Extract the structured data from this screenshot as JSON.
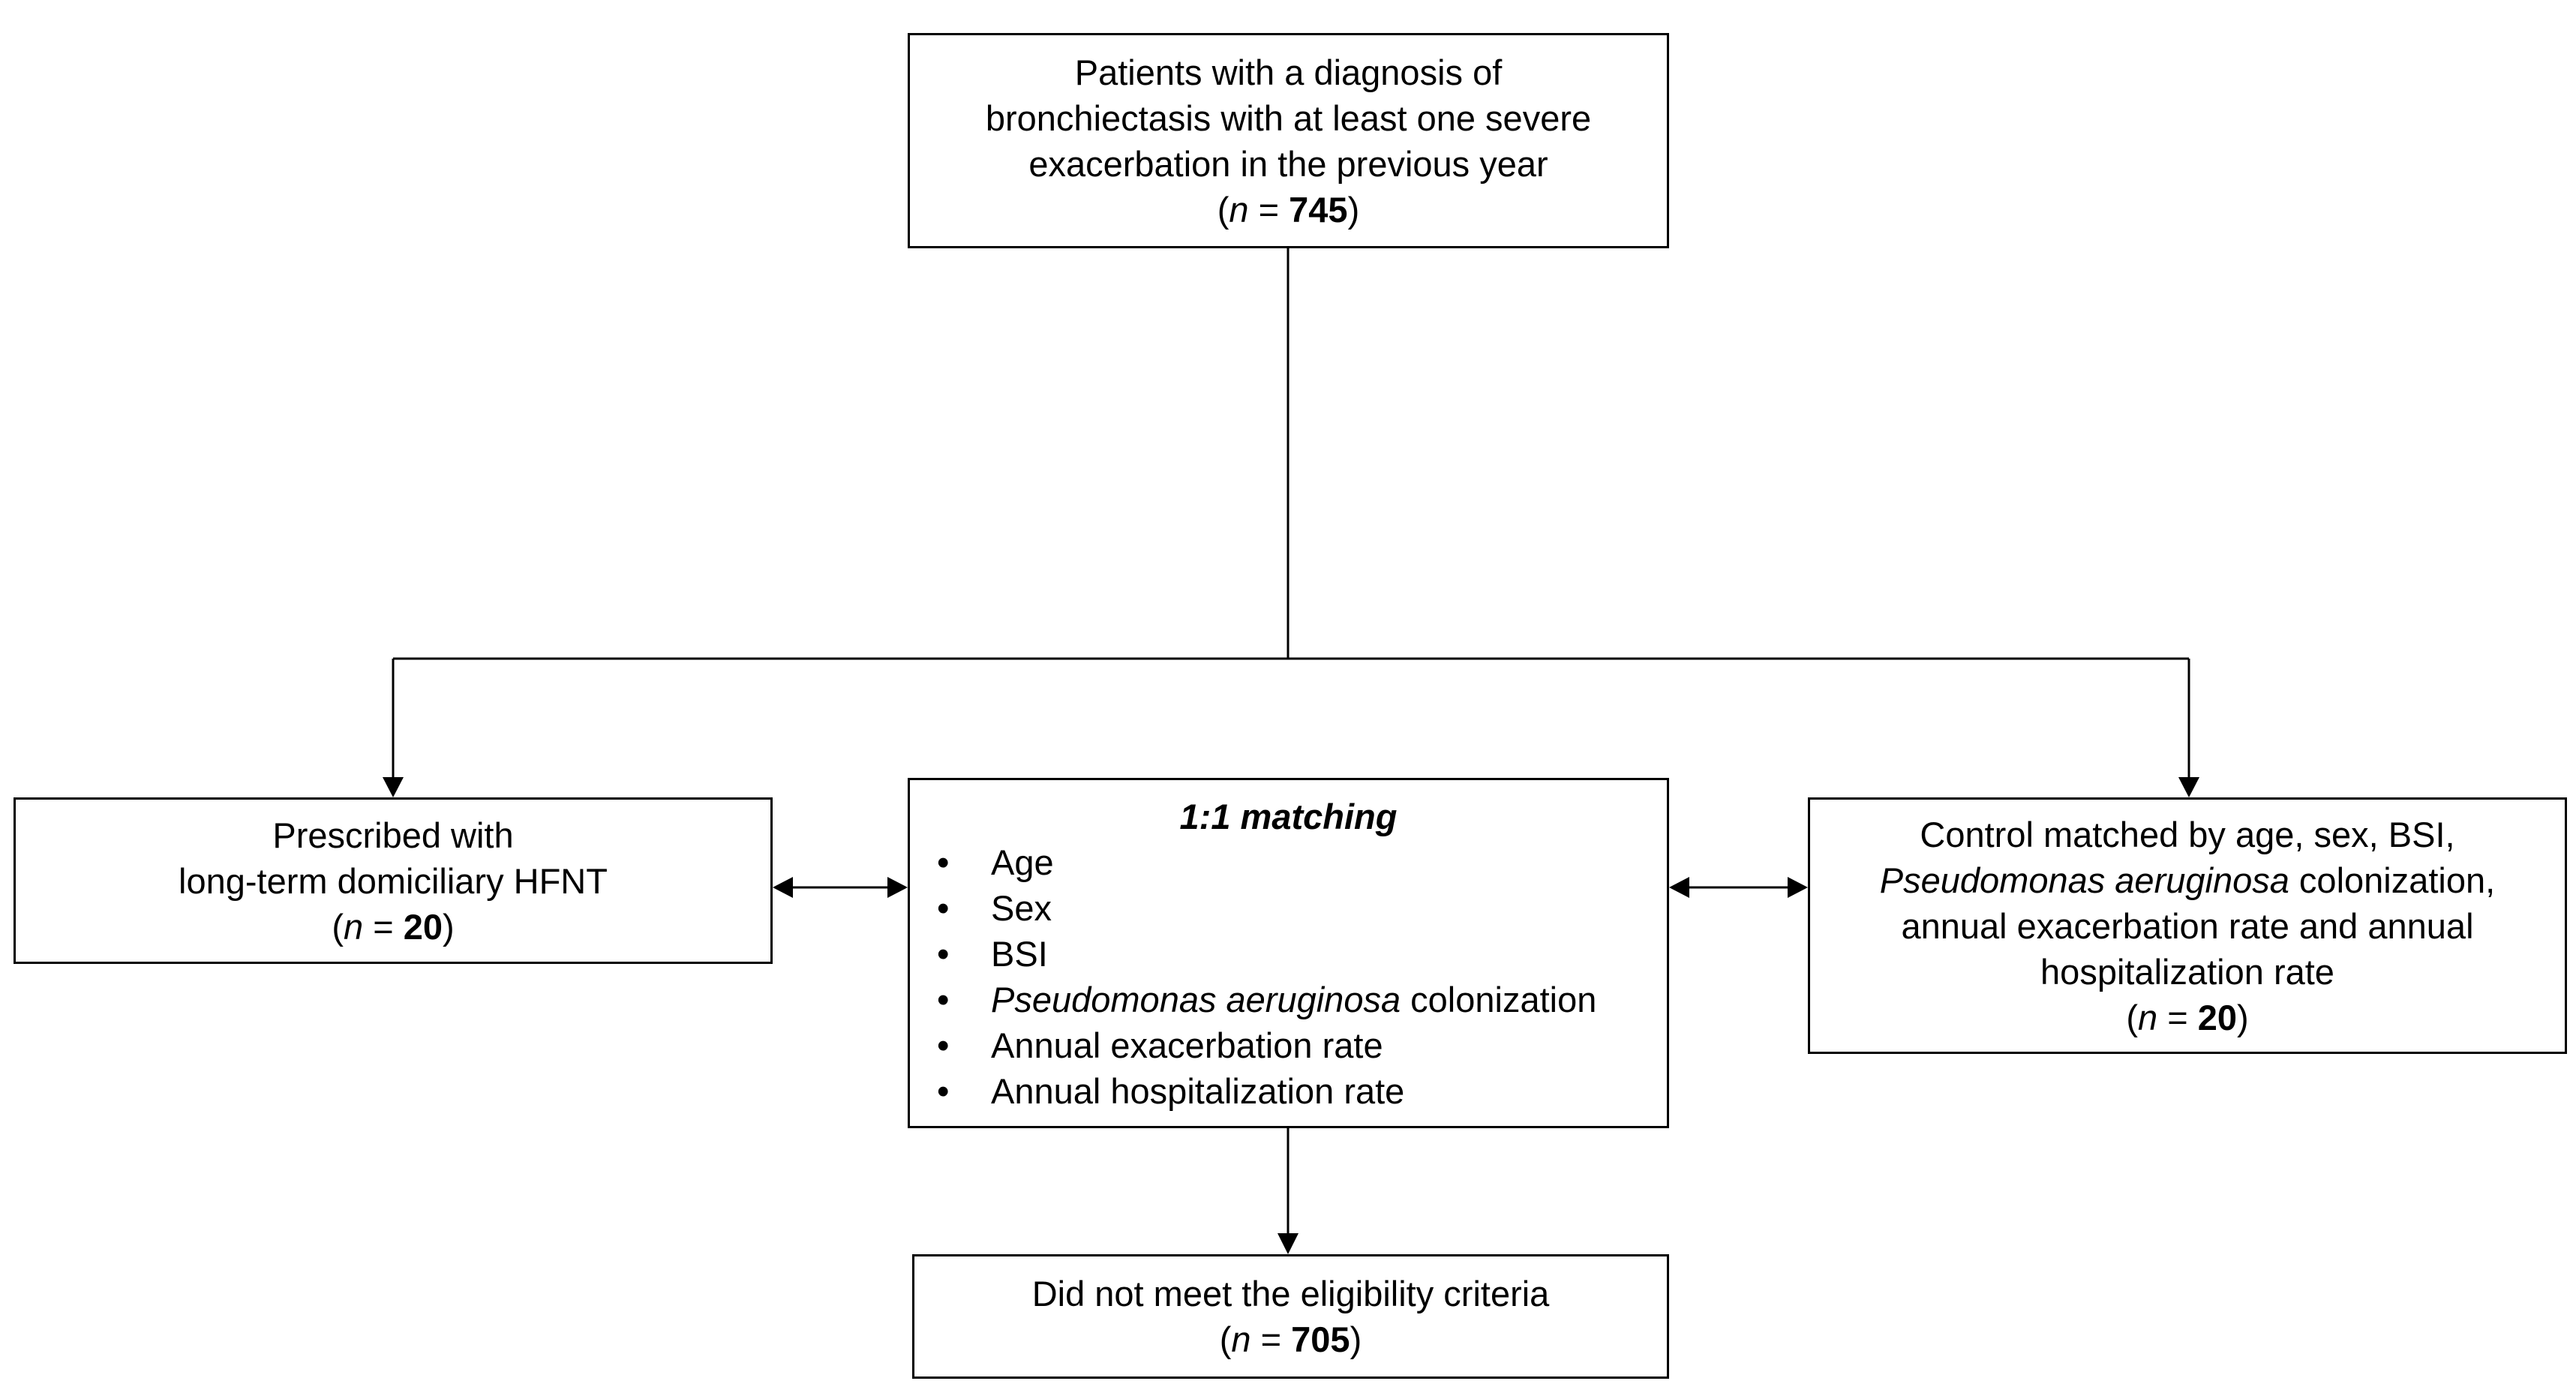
{
  "top": {
    "line1": "Patients with a diagnosis of",
    "line2": "bronchiectasis with at least one severe",
    "line3": "exacerbation in the previous  year",
    "n_prefix": "(",
    "n_symbol": "n",
    "n_eq": " = ",
    "n_value": "745",
    "n_suffix": ")"
  },
  "left": {
    "line1": "Prescribed with",
    "line2": "long-term domiciliary HFNT",
    "n_prefix": "(",
    "n_symbol": "n",
    "n_eq": " = ",
    "n_value": "20",
    "n_suffix": ")"
  },
  "middle": {
    "title": "1:1 matching",
    "bullet": "•",
    "items": [
      {
        "italic": "",
        "text": "Age"
      },
      {
        "italic": "",
        "text": "Sex"
      },
      {
        "italic": "",
        "text": "BSI"
      },
      {
        "italic": "Pseudomonas aeruginosa",
        "text": " colonization"
      },
      {
        "italic": "",
        "text": "Annual exacerbation rate"
      },
      {
        "italic": "",
        "text": "Annual hospitalization rate"
      }
    ]
  },
  "right": {
    "line1": "Control matched by age, sex, BSI,",
    "line2_italic": "Pseudomonas aeruginosa",
    "line2_rest": " colonization,",
    "line3": "annual exacerbation rate and annual",
    "line4": "hospitalization rate",
    "n_prefix": "(",
    "n_symbol": "n",
    "n_eq": " = ",
    "n_value": "20",
    "n_suffix": ")"
  },
  "bottom": {
    "line1": "Did not meet the eligibility criteria",
    "n_prefix": "(",
    "n_symbol": "n",
    "n_eq": " = ",
    "n_value": "705",
    "n_suffix": ")"
  },
  "colors": {
    "line": "#000000",
    "box_border": "#000000",
    "background": "#ffffff"
  }
}
